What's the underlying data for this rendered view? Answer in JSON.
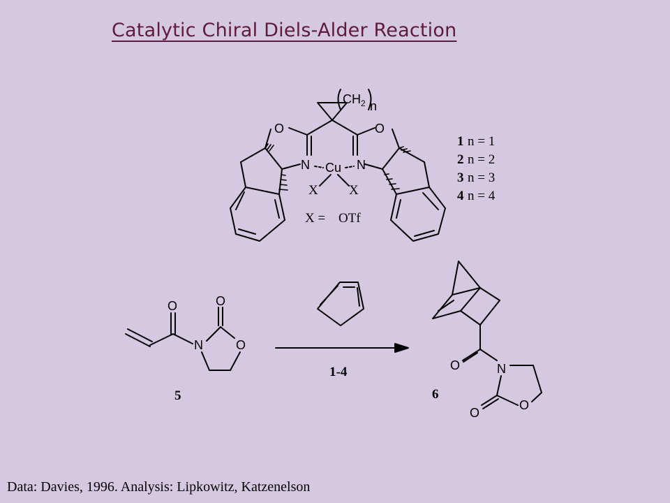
{
  "title": "Catalytic Chiral Diels-Alder Reaction",
  "footer": "Data: Davies, 1996. Analysis: Lipkowitz, Katzenelson",
  "ligand": {
    "ch2": "CH",
    "ch2_sub": "2",
    "n_sub": "n",
    "left_o": "O",
    "left_n": "N",
    "cu": "Cu",
    "right_n": "N",
    "right_o": "O",
    "x_left": "X",
    "x_right": "X",
    "x_def_label": "X =",
    "x_def_value": "OTf"
  },
  "catalysts": [
    {
      "num": "1",
      "text": "n = 1"
    },
    {
      "num": "2",
      "text": "n = 2"
    },
    {
      "num": "3",
      "text": "n = 3"
    },
    {
      "num": "4",
      "text": "n = 4"
    }
  ],
  "substrate": {
    "carbonyl_o": "O",
    "ring_carbonyl_o": "O",
    "n": "N",
    "ring_o": "O",
    "label": "5"
  },
  "arrow": {
    "label": "1-4"
  },
  "product": {
    "carbonyl_o": "O",
    "n": "N",
    "ring_carbonyl_o": "O",
    "ring_o": "O",
    "label": "6"
  }
}
